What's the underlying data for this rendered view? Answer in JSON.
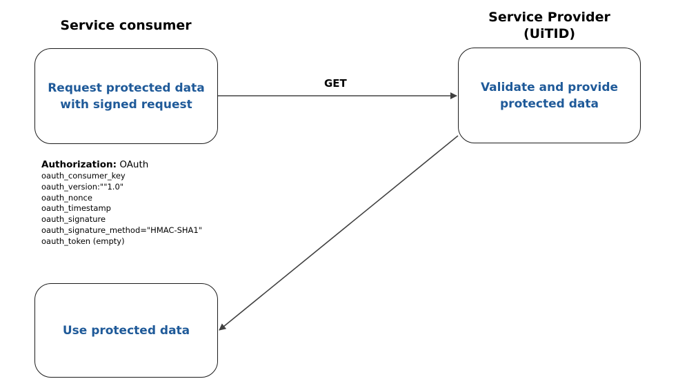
{
  "consumer_heading": "Service consumer",
  "provider_heading": {
    "line1": "Service Provider",
    "line2": "(UiTID)"
  },
  "nodes": {
    "request": {
      "line1": "Request protected data",
      "line2": "with signed request"
    },
    "validate": {
      "line1": "Validate and provide",
      "line2": "protected data"
    },
    "use": {
      "line1": "Use protected data"
    }
  },
  "edge_label": "GET",
  "authorization": {
    "label": "Authorization:",
    "value": "OAuth",
    "params": [
      "oauth_consumer_key",
      "oauth_version:\"\"1.0\"",
      "oauth_nonce",
      "oauth_timestamp",
      "oauth_signature",
      "oauth_signature_method=\"HMAC-SHA1\"",
      "oauth_token (empty)"
    ]
  },
  "colors": {
    "node_text": "#1f5a99",
    "border": "#1a1a1a",
    "arrow": "#404040"
  }
}
